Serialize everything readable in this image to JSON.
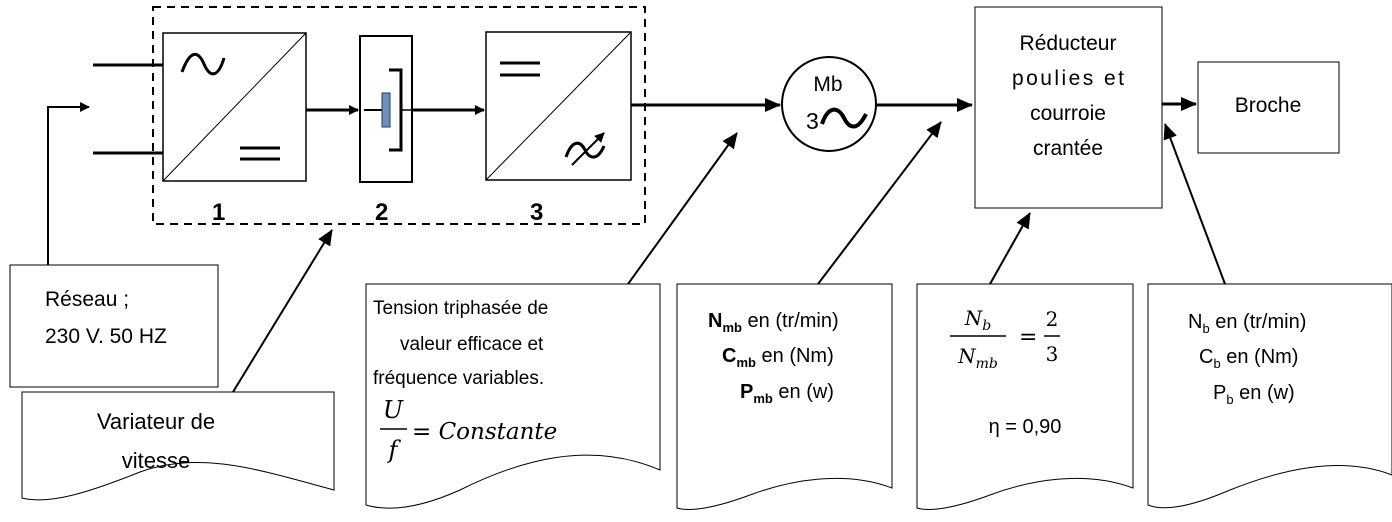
{
  "blocks": {
    "b1_label": "1",
    "b2_label": "2",
    "b3_label": "3",
    "motor": {
      "name": "Mb",
      "phases": "3"
    },
    "reducer_lines": [
      "Réducteur",
      "poulies et",
      "courroie",
      "crantée"
    ],
    "spindle": "Broche"
  },
  "notes": {
    "reseau_lines": [
      "Réseau ;",
      "230 V. 50 HZ"
    ],
    "variateur_lines": [
      "Variateur de",
      "vitesse"
    ],
    "tension_lines": [
      "Tension triphasée de",
      "valeur efficace et",
      "fréquence variables."
    ],
    "tension_formula": {
      "num": "U",
      "den": "f",
      "rhs": "= Constante"
    },
    "motor_quantities": [
      {
        "sym": "N",
        "sub": "mb",
        "rest": " en (tr/min)"
      },
      {
        "sym": "C",
        "sub": "mb",
        "rest": " en (Nm)"
      },
      {
        "sym": "P",
        "sub": "mb",
        "rest": " en (w)"
      }
    ],
    "ratio_formula": {
      "num": "N",
      "num_sub": "b",
      "den": "N",
      "den_sub": "mb",
      "eq": "=",
      "rnum": "2",
      "rden": "3"
    },
    "efficiency": "η = 0,90",
    "spindle_quantities": [
      {
        "sym": "N",
        "sub": "b",
        "rest": " en (tr/min)"
      },
      {
        "sym": "C",
        "sub": "b",
        "rest": " en (Nm)"
      },
      {
        "sym": "P",
        "sub": "b",
        "rest": " en (w)"
      }
    ]
  },
  "icons": {
    "block1": "ac-to-dc-icon",
    "block2": "capacitor-icon",
    "block3": "dc-to-variable-ac-icon",
    "motor": "ac-sine-icon"
  }
}
